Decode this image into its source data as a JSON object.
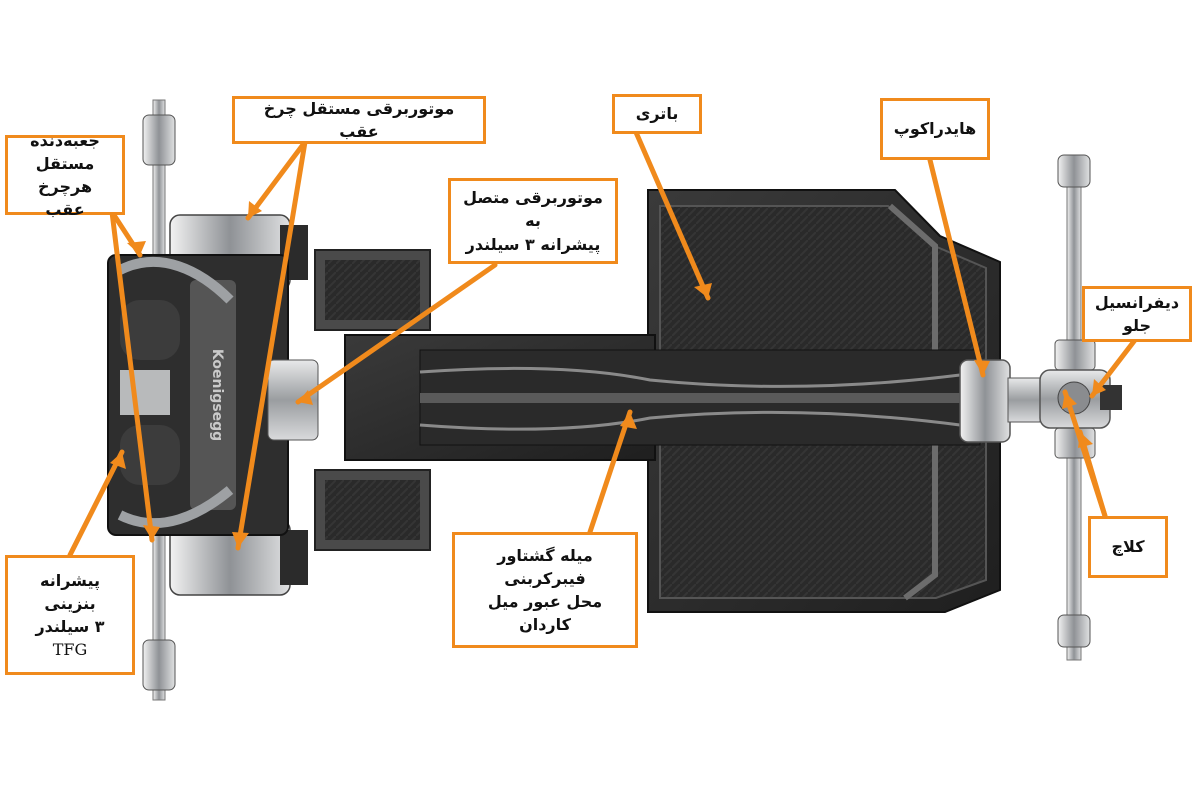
{
  "labels": {
    "rear_gearbox": [
      "جعبه‌دنده",
      "مستقل هرچرخ",
      "عقب"
    ],
    "rear_motor": "موتوربرقی مستقل چرخ عقب",
    "battery": "باتری",
    "hydracoup": "هایدراکوپ",
    "front_diff": [
      "دیفرانسیل",
      "جلو"
    ],
    "engine_motor": [
      "موتوربرقی متصل به",
      "پیشرانه ۳ سیلندر"
    ],
    "clutch": "کلاچ",
    "driveshaft": [
      "میله گشتاور فیبرکربنی",
      "محل عبور میل کاردان"
    ],
    "engine": [
      "پیشرانه بنزینی",
      "۳ سیلندر",
      "TFG"
    ]
  },
  "engine_text": "Koenigsegg",
  "colors": {
    "accent": "#f08a1c",
    "chassis": "#2b2b2b",
    "metal": "#b9bcbf"
  }
}
